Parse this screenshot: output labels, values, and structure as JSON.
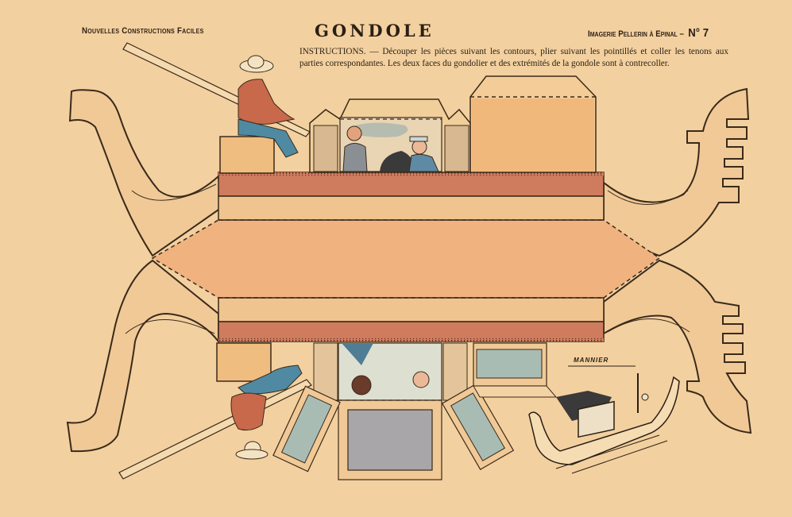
{
  "header": {
    "series_label": "Nouvelles Constructions Faciles",
    "title": "GONDOLE",
    "publisher": "Imagerie Pellerin à Epinal –",
    "number_label": "N° 7"
  },
  "instructions": {
    "text": "INSTRUCTIONS. — Découper les pièces suivant les contours, plier suivant les pointillés et coller les tenons aux parties correspondantes. Les deux faces du gondolier et des extrémités de la gondole sont à contrecoller."
  },
  "artwork": {
    "signature": "MANNIER",
    "pieces": [
      "gondola-hull-base",
      "bow-piece-left-top",
      "bow-piece-left-bottom",
      "stern-piece-right-top",
      "stern-piece-right-bottom",
      "gondolier-figure-top",
      "gondolier-figure-bottom",
      "felze-cabin-top",
      "felze-cabin-bottom",
      "seat-box-top",
      "seat-box-bottom",
      "assembled-gondola-illustration"
    ],
    "colors": {
      "paper": "#f3d09f",
      "hull": "#f0b883",
      "rail_red": "#cf7b5e",
      "band": "#efc48e",
      "ink": "#3a2a1a",
      "window_glass": "#a9bcb4"
    }
  }
}
